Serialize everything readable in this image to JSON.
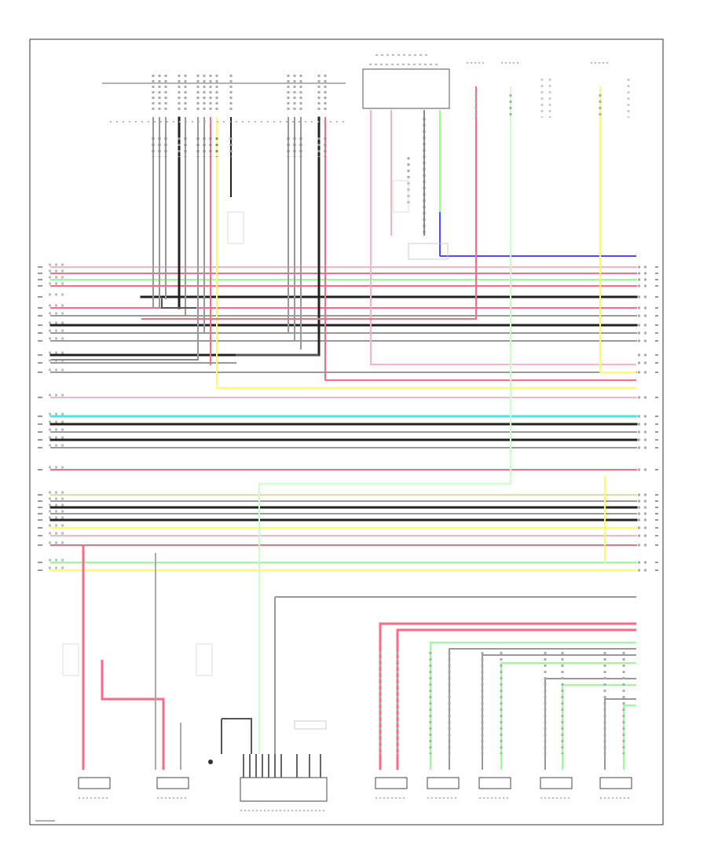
{
  "diagram": {
    "kind": "wiring-diagram",
    "text_legibility": "illegible-at-source-resolution",
    "colors": {
      "frame": "#333333",
      "pink": "#f8b3c4",
      "red": "#ff6a85",
      "yellow": "#ffff66",
      "green": "#99ff99",
      "light_green": "#ccffcc",
      "blue": "#4d4dff",
      "cyan": "#4de6e6",
      "gray": "#999999",
      "dark_gray": "#555555",
      "black": "#222222",
      "tan": "#e8d9a8"
    },
    "line_colors": [
      "pink",
      "red",
      "green",
      "red",
      "black",
      "red",
      "gray",
      "black",
      "black",
      "gray",
      "gray",
      "pink",
      "cyan",
      "black",
      "gray",
      "black",
      "gray",
      "red",
      "yellow",
      "black",
      "gray",
      "black",
      "gray",
      "yellow",
      "green"
    ],
    "stub_colors": [
      "gray",
      "red",
      "gray",
      "green",
      "black",
      "red",
      "gray",
      "black",
      "yellow",
      "gray",
      "red",
      "black",
      "green",
      "gray"
    ],
    "bottom_components": 10
  }
}
